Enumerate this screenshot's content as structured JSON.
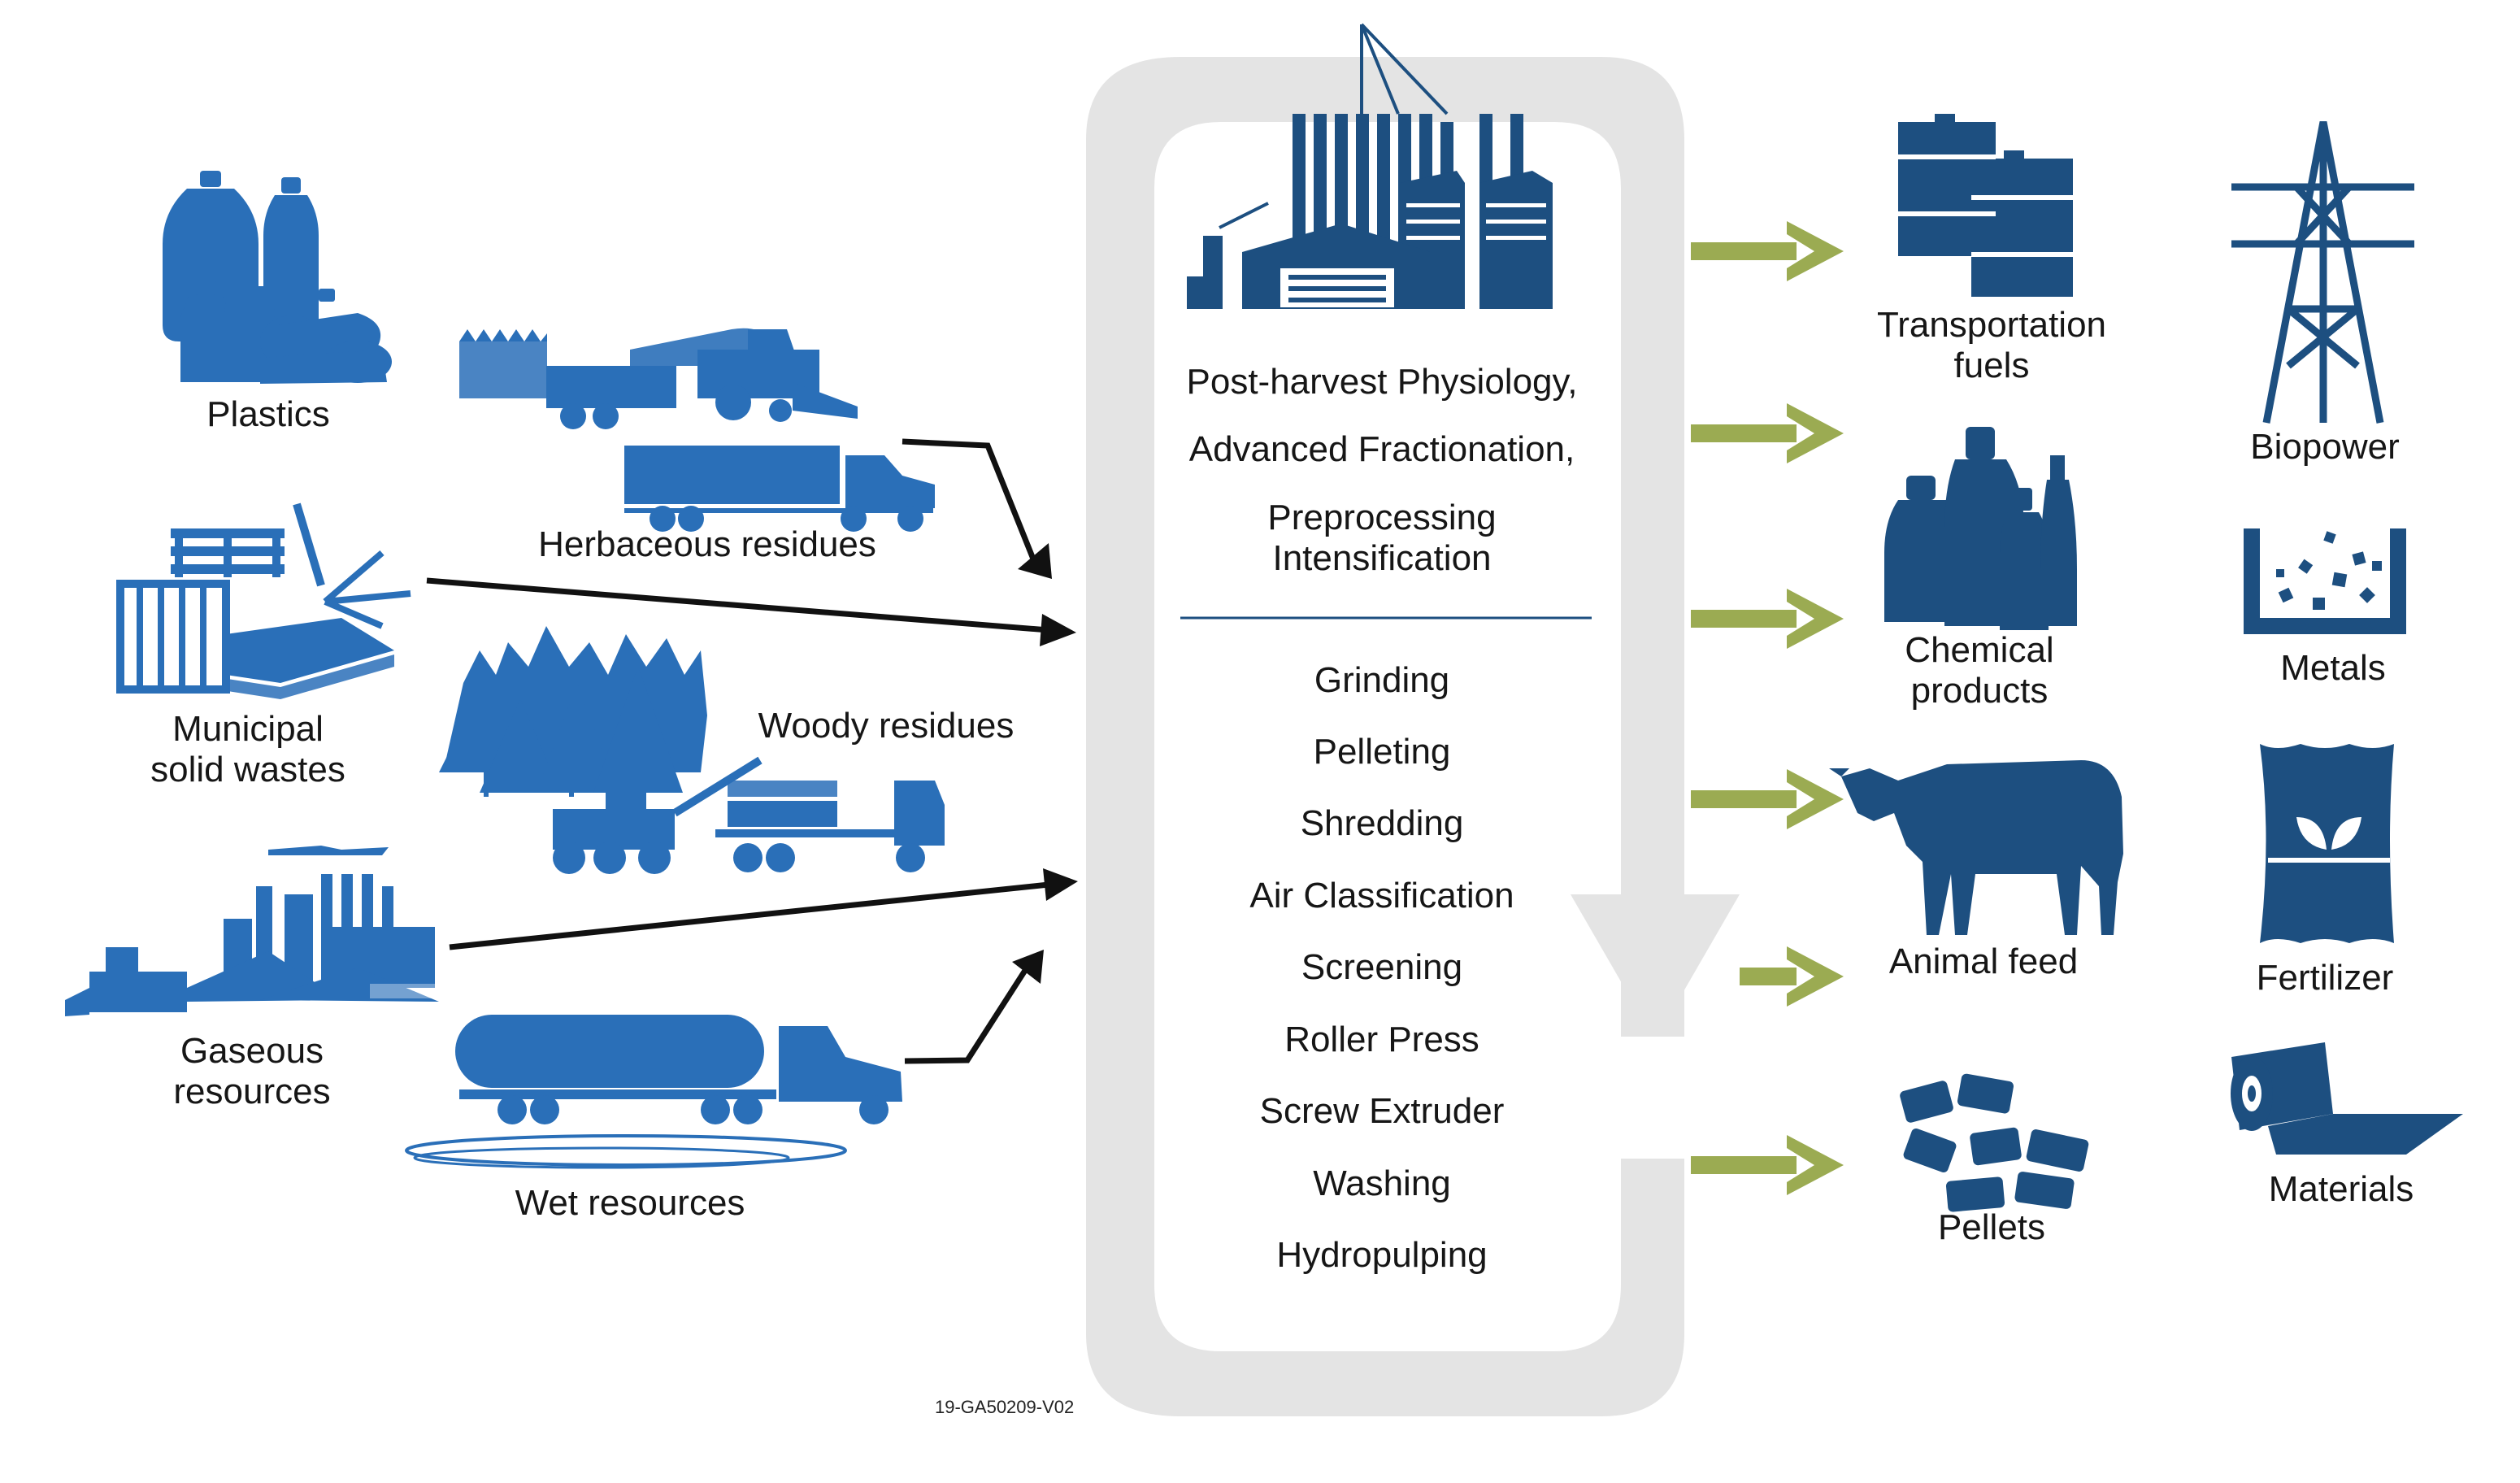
{
  "colors": {
    "blue_light": "#2a6fb8",
    "blue_dark": "#1d4f80",
    "loop_gray": "#e4e4e4",
    "arrow_green": "#9bab52",
    "arrow_black": "#111111"
  },
  "inputs": [
    {
      "id": "plastics",
      "lines": [
        "Plastics"
      ],
      "icon": "plastic-bottles-icon"
    },
    {
      "id": "herbaceous",
      "lines": [
        "Herbaceous residues"
      ],
      "icon": "harvester-truck-icon"
    },
    {
      "id": "msw",
      "lines": [
        "Municipal",
        "solid wastes"
      ],
      "icon": "pallets-waste-icon"
    },
    {
      "id": "woody",
      "lines": [
        "Woody residues"
      ],
      "icon": "forest-logging-truck-icon"
    },
    {
      "id": "gaseous",
      "lines": [
        "Gaseous",
        "resources"
      ],
      "icon": "factory-bulldozer-icon"
    },
    {
      "id": "wet",
      "lines": [
        "Wet resources"
      ],
      "icon": "tanker-truck-icon"
    }
  ],
  "process": {
    "icon": "biorefinery-icon",
    "research_lines": [
      "Post-harvest Physiology,",
      "Advanced Fractionation,",
      "Preprocessing",
      "Intensification"
    ],
    "steps": [
      "Grinding",
      "Pelleting",
      "Shredding",
      "Air Classification",
      "Screening",
      "Roller Press",
      "Screw Extruder",
      "Washing",
      "Hydropulping"
    ]
  },
  "outputs": [
    {
      "id": "fuels",
      "lines": [
        "Transportation",
        "fuels"
      ],
      "icon": "fuel-barrels-icon"
    },
    {
      "id": "biopower",
      "lines": [
        "Biopower"
      ],
      "icon": "power-tower-icon"
    },
    {
      "id": "chemicals",
      "lines": [
        "Chemical",
        "products"
      ],
      "icon": "chemical-bottles-icon"
    },
    {
      "id": "metals",
      "lines": [
        "Metals"
      ],
      "icon": "metals-bin-icon"
    },
    {
      "id": "feed",
      "lines": [
        "Animal feed"
      ],
      "icon": "cow-icon"
    },
    {
      "id": "fertilizer",
      "lines": [
        "Fertilizer"
      ],
      "icon": "fertilizer-bag-icon"
    },
    {
      "id": "pellets",
      "lines": [
        "Pellets"
      ],
      "icon": "pellets-icon"
    },
    {
      "id": "materials",
      "lines": [
        "Materials"
      ],
      "icon": "material-roll-icon"
    }
  ],
  "figure_code": "19-GA50209-V02"
}
